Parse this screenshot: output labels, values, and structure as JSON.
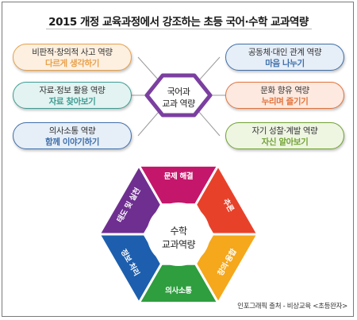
{
  "title": "2015 개정 교육과정에서 강조하는 초등 국어·수학 교과역량",
  "korean": {
    "center_line1": "국어과",
    "center_line2": "교과 역량",
    "competencies": [
      {
        "name": "비판적·창의적 사고 역량",
        "activity": "다르게 생각하기",
        "color": "#e8a04a",
        "fill": "#fdf0e1"
      },
      {
        "name": "자료·정보 활용 역량",
        "activity": "자료 찾아보기",
        "color": "#3e9c93",
        "fill": "#e2f3f1"
      },
      {
        "name": "의사소통 역량",
        "activity": "함께 이야기하기",
        "color": "#3f6fa9",
        "fill": "#e6eef8"
      },
      {
        "name": "공동체·대인 관계 역량",
        "activity": "마음 나누기",
        "color": "#3f6fa9",
        "fill": "#e6eef8"
      },
      {
        "name": "문화 향유 역량",
        "activity": "누리며 즐기기",
        "color": "#e2733c",
        "fill": "#fde9df"
      },
      {
        "name": "자기 성찰·계발 역량",
        "activity": "자신 알아보기",
        "color": "#72a234",
        "fill": "#eef6e2"
      }
    ],
    "hub_color": "#7b3fa0"
  },
  "math": {
    "center_line1": "수학",
    "center_line2": "교과역량",
    "segments": [
      {
        "label": "문제 해결",
        "color": "#c4176b"
      },
      {
        "label": "추론",
        "color": "#e8412a"
      },
      {
        "label": "창의·융합",
        "color": "#f5a81c"
      },
      {
        "label": "의사소통",
        "color": "#2e9e3f"
      },
      {
        "label": "정보 처리",
        "color": "#1d5fae"
      },
      {
        "label": "태도 및 실천",
        "color": "#6f2f91"
      }
    ]
  },
  "credit": "인포그래픽 출처 - 비상교육 <초등완자>"
}
